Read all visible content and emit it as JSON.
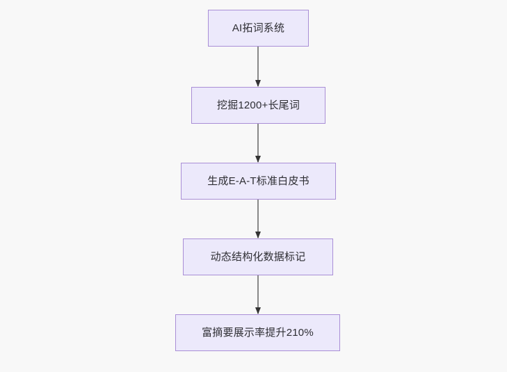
{
  "diagram": {
    "type": "flowchart",
    "direction": "top-to-bottom",
    "background_color": "#f8f8f8",
    "node_fill_color": "#ece9fb",
    "node_border_color": "#a98ed6",
    "node_text_color": "#2e2e33",
    "edge_color": "#888888",
    "nodes": [
      {
        "id": "n0",
        "label": "AI拓词系统"
      },
      {
        "id": "n1",
        "label": "挖掘1200+长尾词"
      },
      {
        "id": "n2",
        "label": "生成E-A-T标准白皮书"
      },
      {
        "id": "n3",
        "label": "动态结构化数据标记"
      },
      {
        "id": "n4",
        "label": "富摘要展示率提升210%"
      }
    ],
    "edges": [
      {
        "from": "n0",
        "to": "n1",
        "label": ""
      },
      {
        "from": "n1",
        "to": "n2",
        "label": ""
      },
      {
        "from": "n2",
        "to": "n3",
        "label": ""
      },
      {
        "from": "n3",
        "to": "n4",
        "label": ""
      }
    ]
  }
}
